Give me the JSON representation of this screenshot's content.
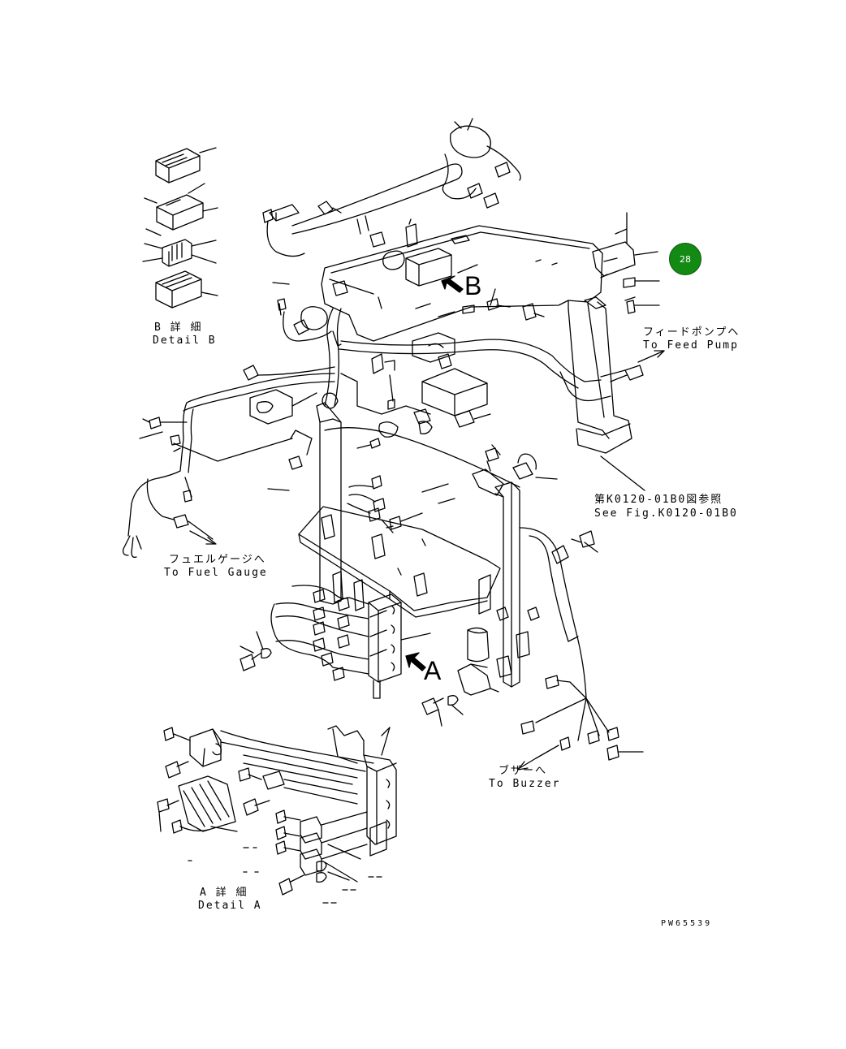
{
  "callout": {
    "number": "28",
    "color": "#138a13"
  },
  "labels": {
    "detail_b_jp": "B 詳 細",
    "detail_b_en": "Detail B",
    "arrow_b": "B",
    "feed_pump_jp": "フィードポンプへ",
    "feed_pump_en": "To Feed Pump",
    "see_fig_jp": "第K0120-01B0図参照",
    "see_fig_en": "See Fig.K0120-01B0",
    "fuel_gauge_jp": "フュエルゲージへ",
    "fuel_gauge_en": "To Fuel Gauge",
    "arrow_a": "A",
    "buzzer_jp": "ブザーへ",
    "buzzer_en": "To Buzzer",
    "detail_a_jp": "A 詳 細",
    "detail_a_en": "Detail A",
    "drawing_code": "PW65539"
  }
}
